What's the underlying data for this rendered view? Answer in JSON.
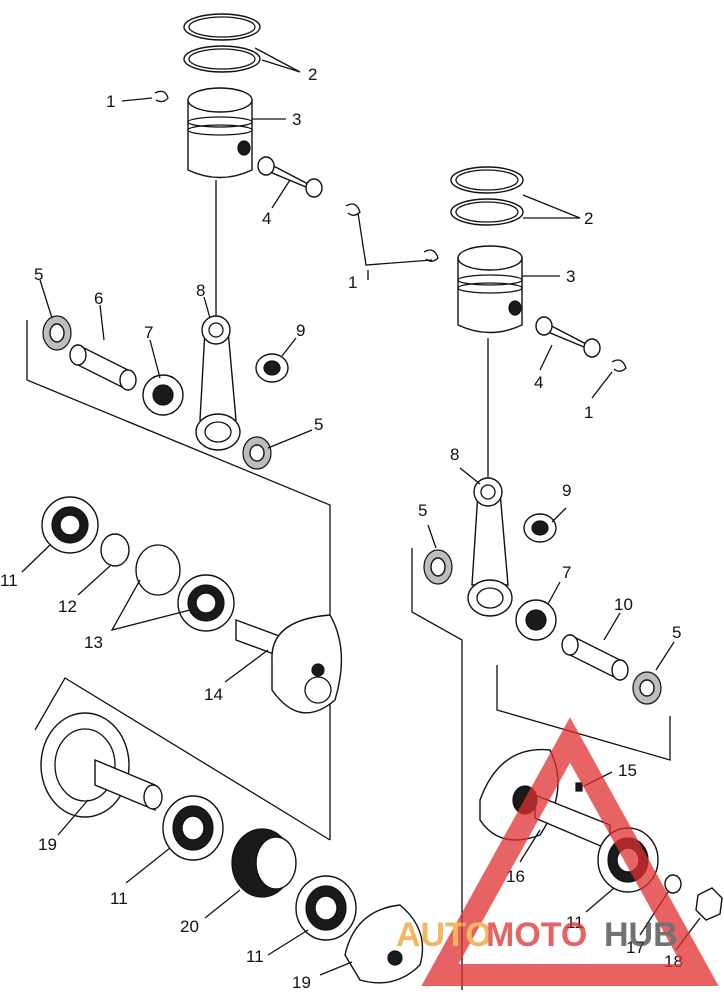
{
  "part_labels": {
    "1": "1",
    "2": "2",
    "3": "3",
    "4": "4",
    "5": "5",
    "6": "6",
    "7": "7",
    "8": "8",
    "9": "9",
    "10": "10",
    "11": "11",
    "12": "12",
    "13": "13",
    "14": "14",
    "15": "15",
    "16": "16",
    "17": "17",
    "18": "18",
    "19": "19",
    "20": "20"
  },
  "watermark": {
    "text_part1": "AUTO",
    "text_part2": "MOTO",
    "text_part3": "HUB",
    "color_orange": "#f0a030",
    "color_red": "#e03030",
    "color_dark": "#444444"
  }
}
